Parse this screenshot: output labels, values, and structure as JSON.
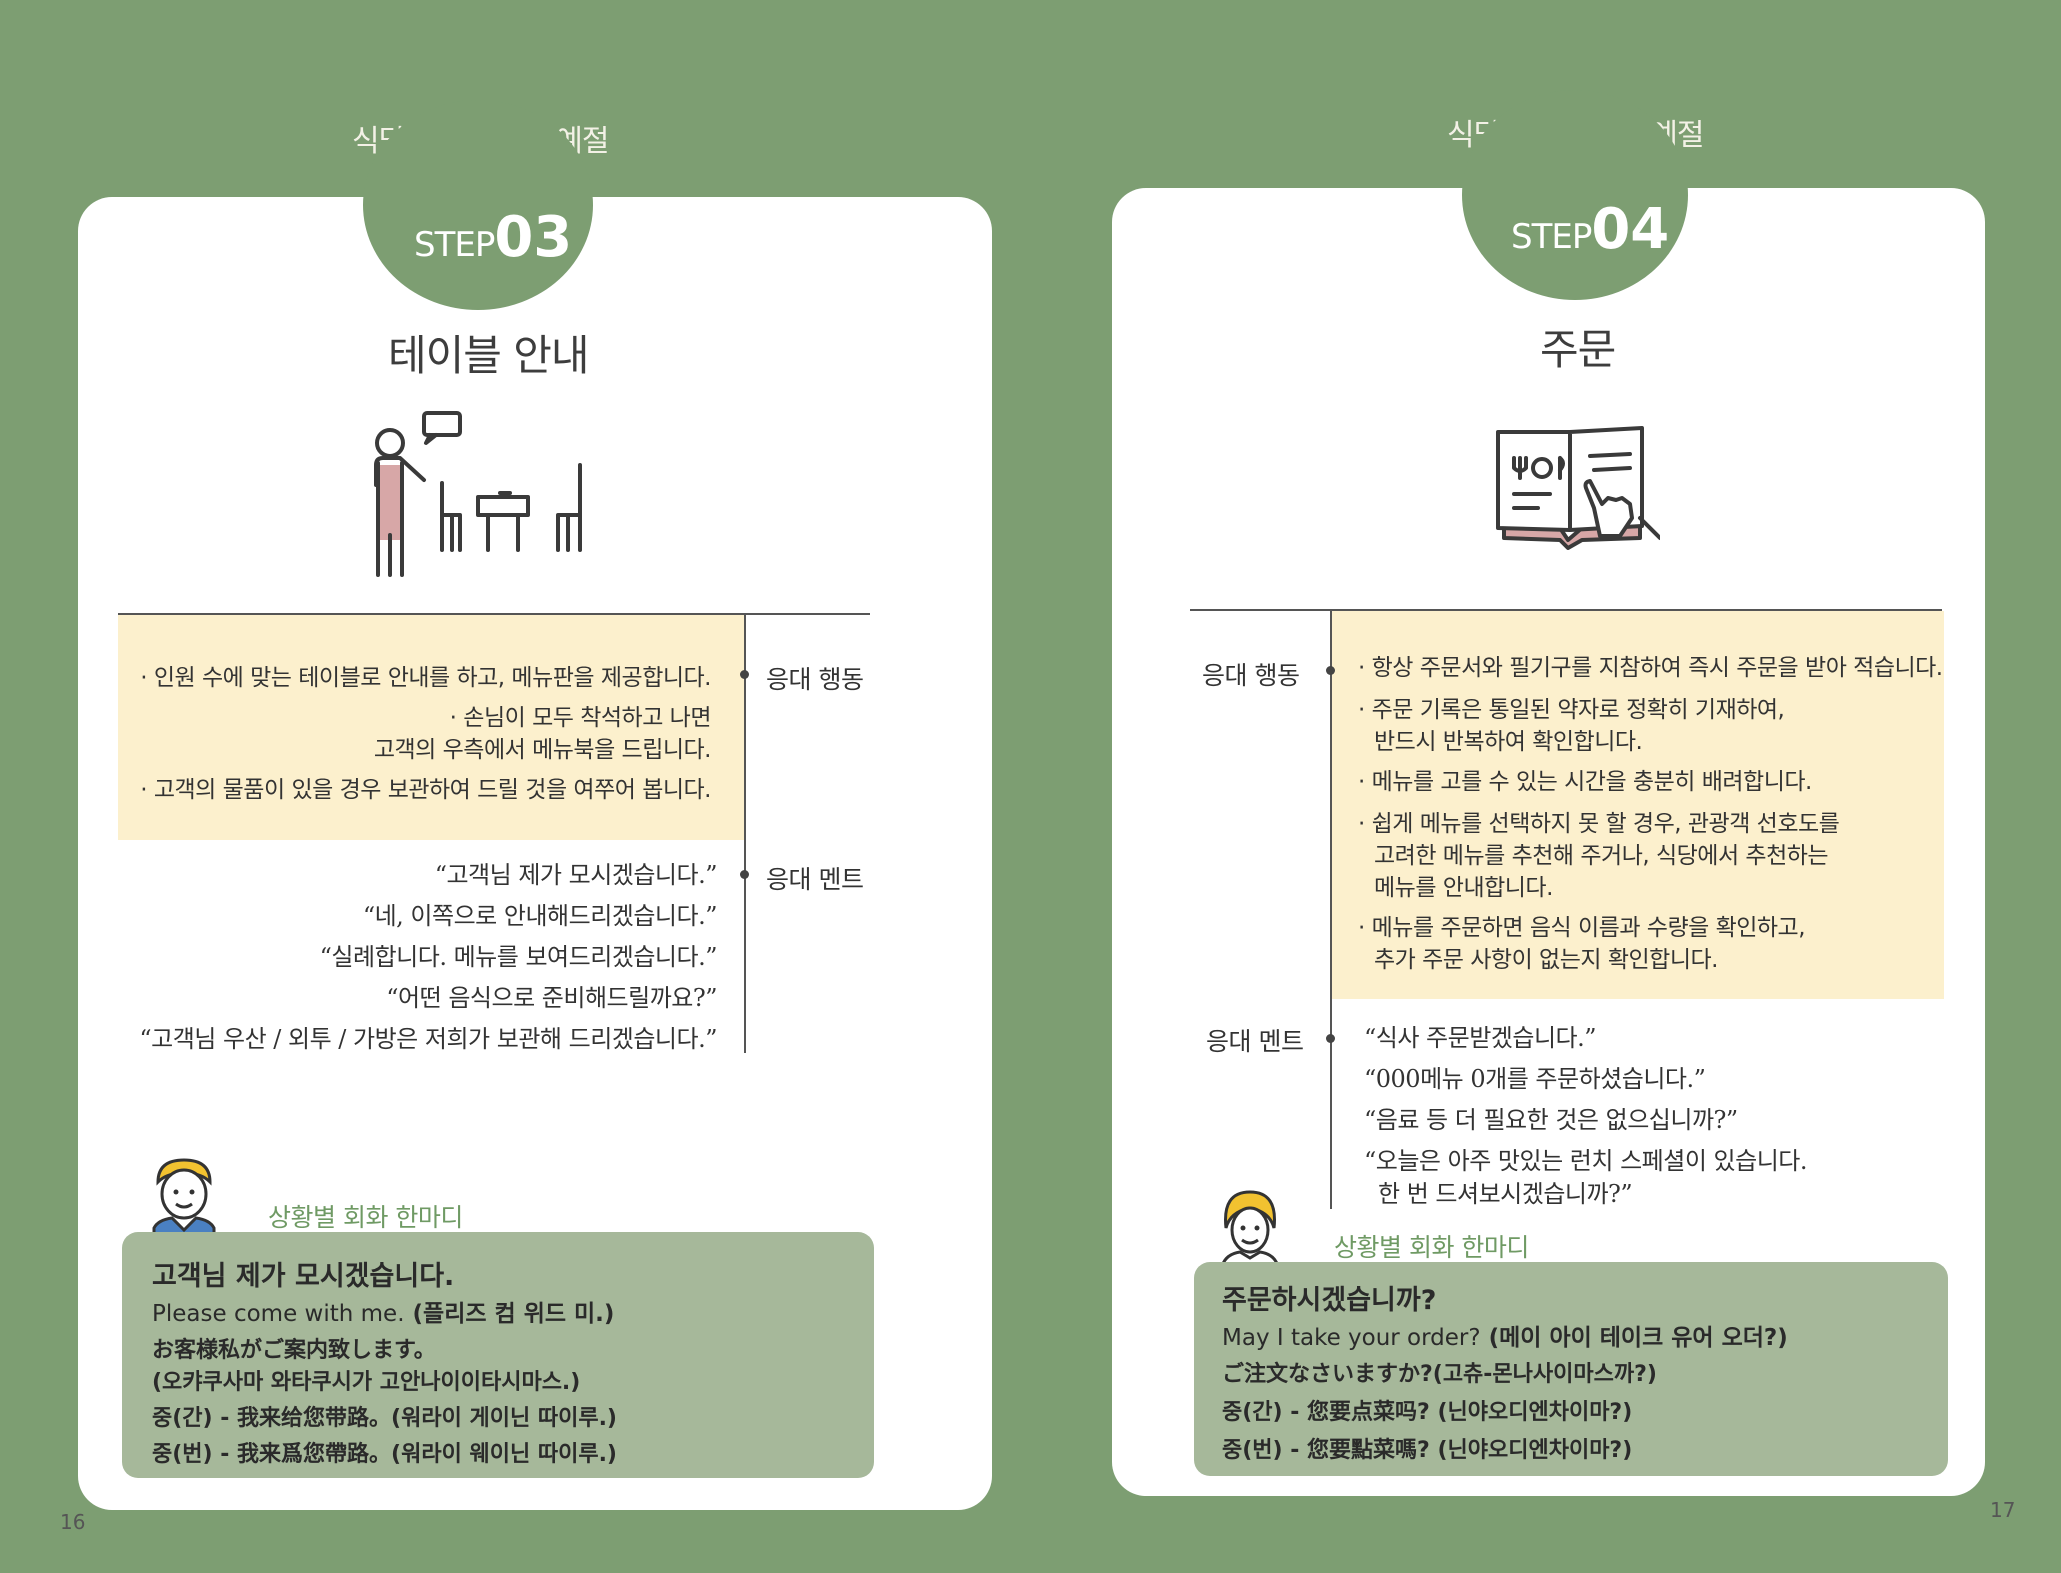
{
  "left": {
    "header": "식당 서비스 기본예절",
    "step_label": "STEP",
    "step_number": "03",
    "title": "테이블 안내",
    "icon": "waiter-guiding-to-table-icon",
    "row1_label": "응대 행동",
    "bullets": [
      "· 인원 수에 맞는 테이블로 안내를 하고, 메뉴판을 제공합니다.",
      "· 손님이 모두 착석하고 나면",
      "고객의 우측에서 메뉴북을 드립니다.",
      "· 고객의 물품이 있을 경우 보관하여 드릴 것을 여쭈어 봅니다."
    ],
    "row2_label": "응대 멘트",
    "ments": [
      "“고객님 제가 모시겠습니다.”",
      "“네, 이쪽으로 안내해드리겠습니다.”",
      "“실례합니다. 메뉴를 보여드리겠습니다.”",
      "“어떤 음식으로 준비해드릴까요?”",
      "“고객님 우산 / 외투 / 가방은 저희가 보관해 드리겠습니다.”"
    ],
    "conv_label": "상황별 회화 한마디",
    "conv": {
      "title": "고객님 제가 모시겠습니다.",
      "en_text": "Please come with me.",
      "en_pron": " (플리즈 컴 위드 미.)",
      "ja": "お客様私がご案内致します。",
      "ja_pron": "(오캬쿠사마 와타쿠시가 고안나이이타시마스.)",
      "zh1": "중(간) - 我来给您带路。(워라이 게이닌 따이루.)",
      "zh2": "중(번) - 我来爲您帶路。(워라이 웨이닌  따이루.)"
    },
    "page_number": "16"
  },
  "right": {
    "header": "식당 서비스 기본예절",
    "step_label": "STEP",
    "step_number": "04",
    "title": "주문",
    "icon": "menu-book-pointing-hand-icon",
    "row1_label": "응대 행동",
    "bullets": [
      "· 항상 주문서와 필기구를 지참하여 즉시 주문을 받아 적습니다.",
      "· 주문 기록은 통일된 약자로 정확히 기재하여,",
      "반드시 반복하여 확인합니다.",
      "· 메뉴를 고를 수 있는 시간을 충분히 배려합니다.",
      "· 쉽게 메뉴를 선택하지 못 할 경우, 관광객 선호도를",
      "고려한 메뉴를 추천해 주거나, 식당에서 추천하는",
      "메뉴를 안내합니다.",
      "· 메뉴를 주문하면 음식 이름과 수량을 확인하고,",
      "추가 주문 사항이 없는지 확인합니다."
    ],
    "row2_label": "응대 멘트",
    "ments": [
      "“식사 주문받겠습니다.”",
      "“000메뉴 0개를 주문하셨습니다.”",
      "“음료 등 더 필요한 것은 없으십니까?”",
      "“오늘은 아주 맛있는 런치 스페셜이 있습니다.",
      "한 번 드셔보시겠습니까?”"
    ],
    "conv_label": "상황별 회화 한마디",
    "conv": {
      "title": "주문하시겠습니까?",
      "en_text": "May I take your order?",
      "en_pron": " (메이 아이 테이크 유어 오더?)",
      "ja": "ご注文なさいますか?(고츄-몬나사이마스까?)",
      "zh1": "중(간) - 您要点菜吗? (닌야오디엔차이마?)",
      "zh2": "중(번) - 您要點菜嗎? (닌야오디엔차이마?)"
    },
    "page_number": "17"
  },
  "colors": {
    "background_green": "#7d9e72",
    "highlight_yellow": "#fcf0cd",
    "conversation_box": "#a6b89a",
    "accent_text_green": "#6f9a64"
  }
}
